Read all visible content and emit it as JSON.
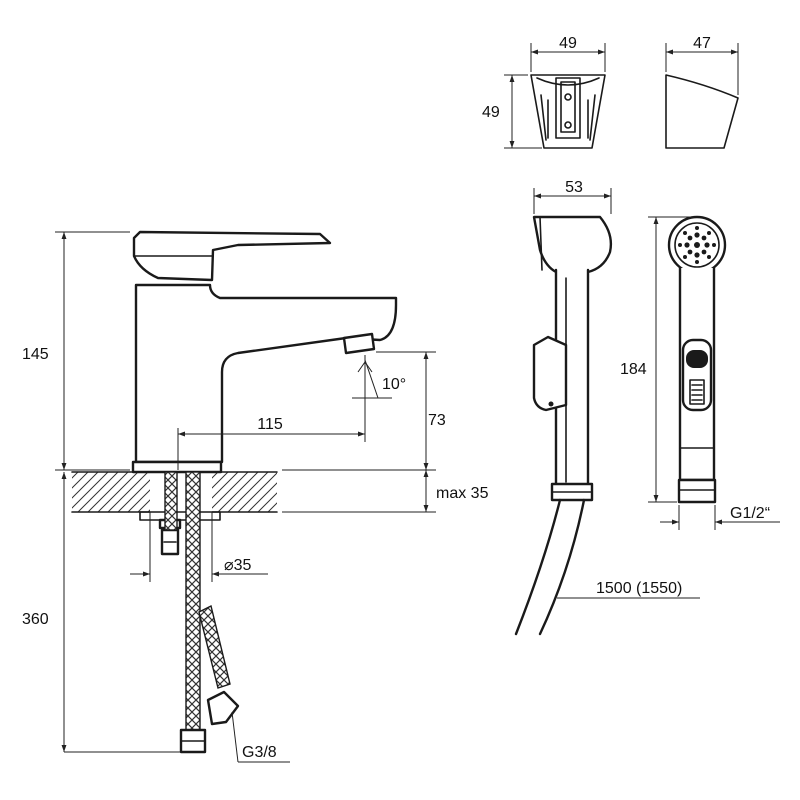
{
  "diagram": {
    "labels": {
      "holder_width": "49",
      "holder_height": "49",
      "holder_depth": "47",
      "handle_width": "53",
      "handle_length": "184",
      "handle_thread": "G1/2“",
      "hose_length": "1500 (1550)",
      "faucet_height": "145",
      "spout_reach": "115",
      "spout_angle": "10°",
      "spout_clearance": "73",
      "counter_thickness": "max 35",
      "hole_diameter": "⌀35",
      "hose_below": "360",
      "hose_thread": "G3/8"
    }
  }
}
